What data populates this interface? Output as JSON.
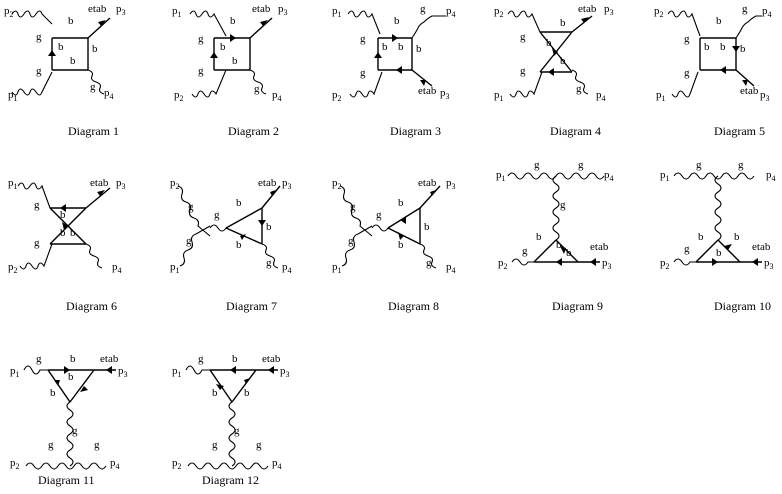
{
  "figure": {
    "captions": [
      "Diagram 1",
      "Diagram 2",
      "Diagram 3",
      "Diagram 4",
      "Diagram 5",
      "Diagram 6",
      "Diagram 7",
      "Diagram 8",
      "Diagram 9",
      "Diagram 10",
      "Diagram 11",
      "Diagram 12"
    ],
    "particles": {
      "gluon": "g",
      "quark": "b",
      "scalar": "etab"
    },
    "momenta": {
      "p1": "p",
      "p2": "p",
      "p3": "p",
      "p4": "p"
    },
    "momentum_subscripts": {
      "p1": "1",
      "p2": "2",
      "p3": "3",
      "p4": "4"
    }
  }
}
